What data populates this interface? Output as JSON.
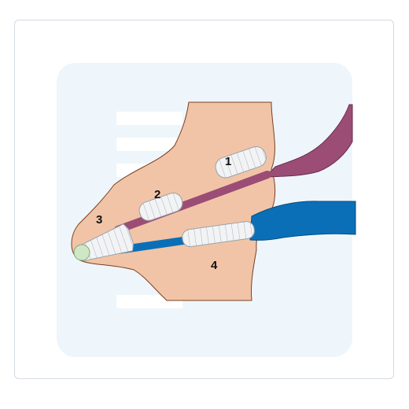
{
  "illustration": {
    "labels": [
      {
        "id": "1",
        "text": "1"
      },
      {
        "id": "2",
        "text": "2"
      },
      {
        "id": "3",
        "text": "3"
      },
      {
        "id": "4",
        "text": "4"
      }
    ],
    "colors": {
      "card_border": "#d3dbe4",
      "panel_background": "#eef6fb",
      "tissue_fill": "#f2c4a7",
      "tissue_outline": "#7a3f22",
      "purple_tube": "#9b4d76",
      "blue_tube": "#0b6fb8",
      "coil_fill": "#f2f3f4",
      "coil_outline": "#9aa2aa",
      "tip_fill": "#cfe8c4"
    },
    "icons": [
      "tissue-shape",
      "purple-tube",
      "blue-tube",
      "coil-segment",
      "rounded-tip"
    ]
  }
}
